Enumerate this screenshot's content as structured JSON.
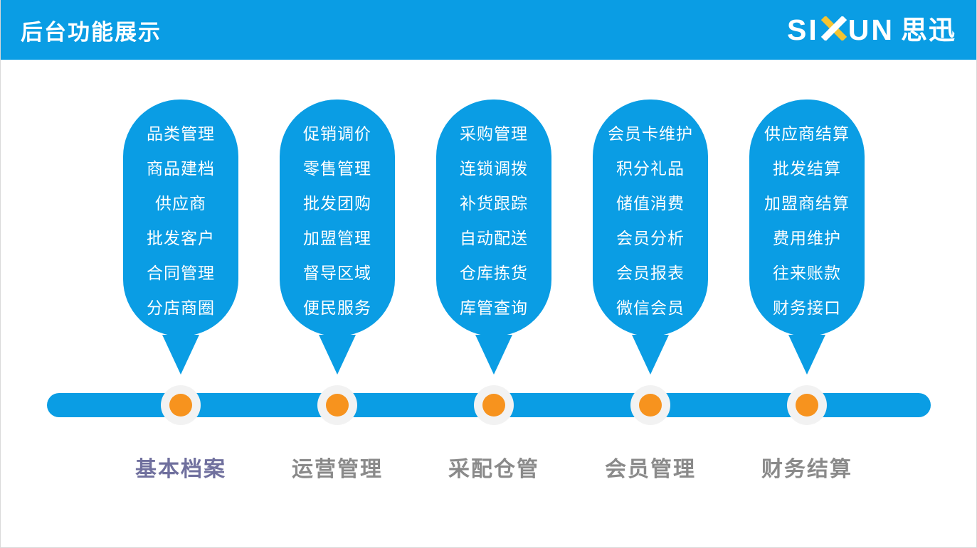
{
  "header": {
    "title": "后台功能展示",
    "logo": {
      "si": "SI",
      "un": "UN",
      "cn": "思迅"
    }
  },
  "colors": {
    "primary_blue": "#0a9de4",
    "accent_orange": "#f7931e",
    "dot_ring": "#f2f2f2",
    "active_label": "#70709e",
    "inactive_label": "#8a8a8a",
    "logo_x_yellow": "#f5c431"
  },
  "columns": [
    {
      "label": "基本档案",
      "active": true,
      "items": [
        "品类管理",
        "商品建档",
        "供应商",
        "批发客户",
        "合同管理",
        "分店商圈"
      ]
    },
    {
      "label": "运营管理",
      "active": false,
      "items": [
        "促销调价",
        "零售管理",
        "批发团购",
        "加盟管理",
        "督导区域",
        "便民服务"
      ]
    },
    {
      "label": "采配仓管",
      "active": false,
      "items": [
        "采购管理",
        "连锁调拨",
        "补货跟踪",
        "自动配送",
        "仓库拣货",
        "库管查询"
      ]
    },
    {
      "label": "会员管理",
      "active": false,
      "items": [
        "会员卡维护",
        "积分礼品",
        "储值消费",
        "会员分析",
        "会员报表",
        "微信会员"
      ]
    },
    {
      "label": "财务结算",
      "active": false,
      "items": [
        "供应商结算",
        "批发结算",
        "加盟商结算",
        "费用维护",
        "往来账款",
        "财务接口"
      ]
    }
  ]
}
